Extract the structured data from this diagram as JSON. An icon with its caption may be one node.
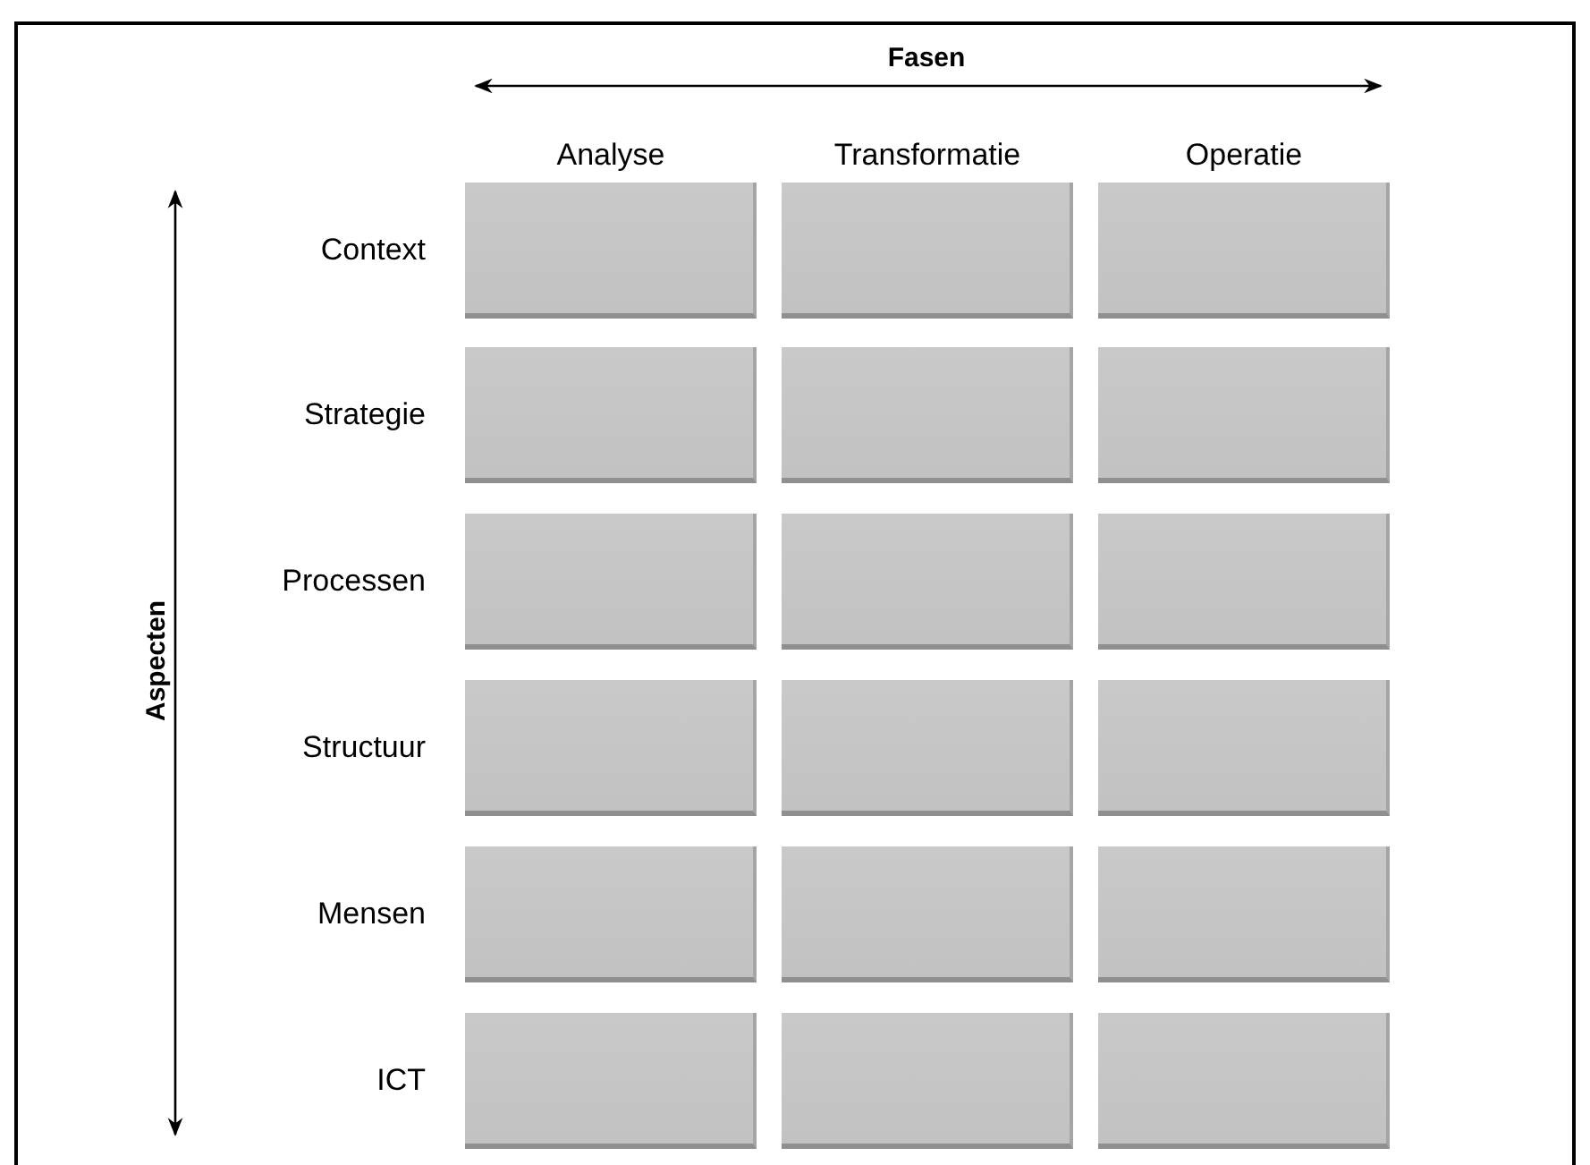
{
  "diagram": {
    "nodes": [
      {
        "text": [],
        "shape": "box"
      },
      {
        "text": [],
        "shape": "box"
      },
      {
        "text": [],
        "shape": "box"
      },
      {
        "text": [],
        "shape": "box"
      },
      {
        "text": [],
        "shape": "box"
      },
      {
        "text": [],
        "shape": "box"
      },
      {
        "text": [],
        "shape": "box"
      },
      {
        "text": [],
        "shape": "box"
      },
      {
        "text": [],
        "shape": "box"
      },
      {
        "text": [],
        "shape": "box"
      },
      {
        "text": [],
        "shape": "box"
      },
      {
        "text": [],
        "shape": "box"
      },
      {
        "text": [],
        "shape": "box"
      },
      {
        "text": [],
        "shape": "box"
      },
      {
        "text": [],
        "shape": "box"
      },
      {
        "text": [],
        "shape": "box"
      },
      {
        "text": [],
        "shape": "box"
      },
      {
        "text": [],
        "shape": "box"
      }
    ],
    "labels": [
      "Fasen",
      "Analyse",
      "Transformatie",
      "Operatie",
      "Aspecten",
      "Context",
      "Strategie",
      "Processen",
      "Structuur",
      "Mensen",
      "ICT"
    ]
  }
}
